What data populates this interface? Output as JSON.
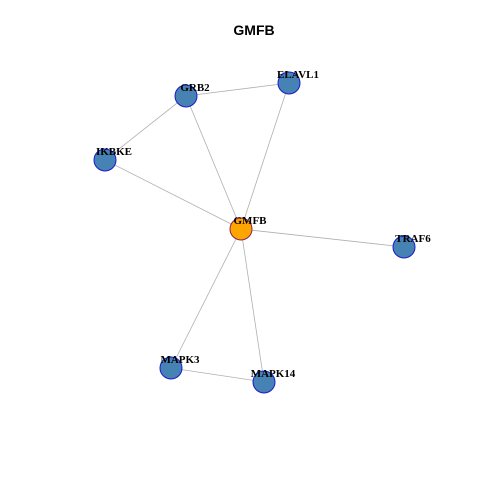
{
  "title": "GMFB",
  "colors": {
    "center_fill": "#FFA500",
    "center_stroke": "#8B2252",
    "neighbor_fill": "#4682B4",
    "neighbor_stroke": "#1A1ACD",
    "edge": "#B0B0B0"
  },
  "nodes": [
    {
      "id": "GMFB",
      "label": "GMFB",
      "role": "center"
    },
    {
      "id": "GRB2",
      "label": "GRB2",
      "role": "neighbor"
    },
    {
      "id": "ELAVL1",
      "label": "ELAVL1",
      "role": "neighbor"
    },
    {
      "id": "IKBKE",
      "label": "IKBKE",
      "role": "neighbor"
    },
    {
      "id": "TRAF6",
      "label": "TRAF6",
      "role": "neighbor"
    },
    {
      "id": "MAPK3",
      "label": "MAPK3",
      "role": "neighbor"
    },
    {
      "id": "MAPK14",
      "label": "MAPK14",
      "role": "neighbor"
    }
  ],
  "edges": [
    {
      "source": "GRB2",
      "target": "ELAVL1"
    },
    {
      "source": "GRB2",
      "target": "IKBKE"
    },
    {
      "source": "GRB2",
      "target": "GMFB"
    },
    {
      "source": "ELAVL1",
      "target": "GMFB"
    },
    {
      "source": "IKBKE",
      "target": "GMFB"
    },
    {
      "source": "GMFB",
      "target": "TRAF6"
    },
    {
      "source": "GMFB",
      "target": "MAPK3"
    },
    {
      "source": "GMFB",
      "target": "MAPK14"
    },
    {
      "source": "MAPK3",
      "target": "MAPK14"
    }
  ]
}
